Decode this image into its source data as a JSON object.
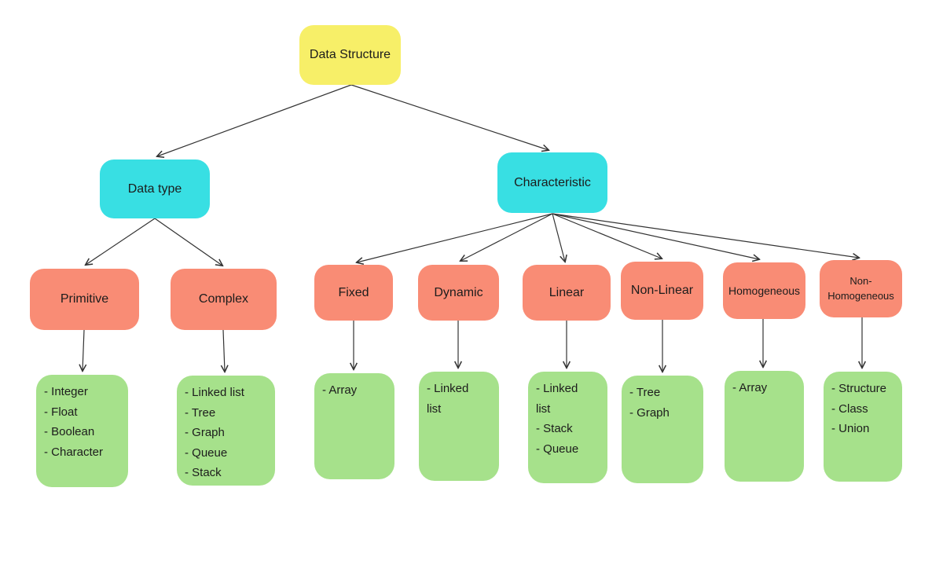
{
  "diagram": {
    "title_node": {
      "label": "Data Structure"
    },
    "branches": {
      "data_type": {
        "label": "Data type"
      },
      "characteristic": {
        "label": "Characteristic"
      }
    },
    "categories": [
      {
        "id": "primitive",
        "parent": "data_type",
        "label": "Primitive",
        "items": [
          "- Integer",
          "- Float",
          "- Boolean",
          "- Character"
        ]
      },
      {
        "id": "complex",
        "parent": "data_type",
        "label": "Complex",
        "items": [
          "- Linked list",
          "- Tree",
          "- Graph",
          "- Queue",
          "- Stack"
        ]
      },
      {
        "id": "fixed",
        "parent": "characteristic",
        "label": "Fixed",
        "items": [
          "- Array"
        ]
      },
      {
        "id": "dynamic",
        "parent": "characteristic",
        "label": "Dynamic",
        "items": [
          "- Linked list"
        ]
      },
      {
        "id": "linear",
        "parent": "characteristic",
        "label": "Linear",
        "items": [
          "- Linked list",
          "- Stack",
          "- Queue"
        ]
      },
      {
        "id": "non_linear",
        "parent": "characteristic",
        "label": "Non-Linear",
        "items": [
          "- Tree",
          "- Graph"
        ]
      },
      {
        "id": "homogeneous",
        "parent": "characteristic",
        "label": "Homogeneous",
        "items": [
          "- Array"
        ]
      },
      {
        "id": "non_homogeneous",
        "parent": "characteristic",
        "label": "Non-Homogeneous",
        "items": [
          "- Structure",
          "- Class",
          "- Union"
        ]
      }
    ],
    "edges": [
      [
        "data_structure",
        "data_type"
      ],
      [
        "data_structure",
        "characteristic"
      ],
      [
        "data_type",
        "primitive"
      ],
      [
        "data_type",
        "complex"
      ],
      [
        "characteristic",
        "fixed"
      ],
      [
        "characteristic",
        "dynamic"
      ],
      [
        "characteristic",
        "linear"
      ],
      [
        "characteristic",
        "non_linear"
      ],
      [
        "characteristic",
        "homogeneous"
      ],
      [
        "characteristic",
        "non_homogeneous"
      ],
      [
        "primitive",
        "primitive_items"
      ],
      [
        "complex",
        "complex_items"
      ],
      [
        "fixed",
        "fixed_items"
      ],
      [
        "dynamic",
        "dynamic_items"
      ],
      [
        "linear",
        "linear_items"
      ],
      [
        "non_linear",
        "non_linear_items"
      ],
      [
        "homogeneous",
        "homogeneous_items"
      ],
      [
        "non_homogeneous",
        "non_homogeneous_items"
      ]
    ],
    "colors": {
      "root_fill": "#F7EF68",
      "branch_fill": "#38DFE3",
      "category_fill": "#F98C75",
      "leaf_fill": "#A6E18B",
      "connector": "#333333",
      "text": "#1c1c1c",
      "background": "#ffffff"
    }
  }
}
